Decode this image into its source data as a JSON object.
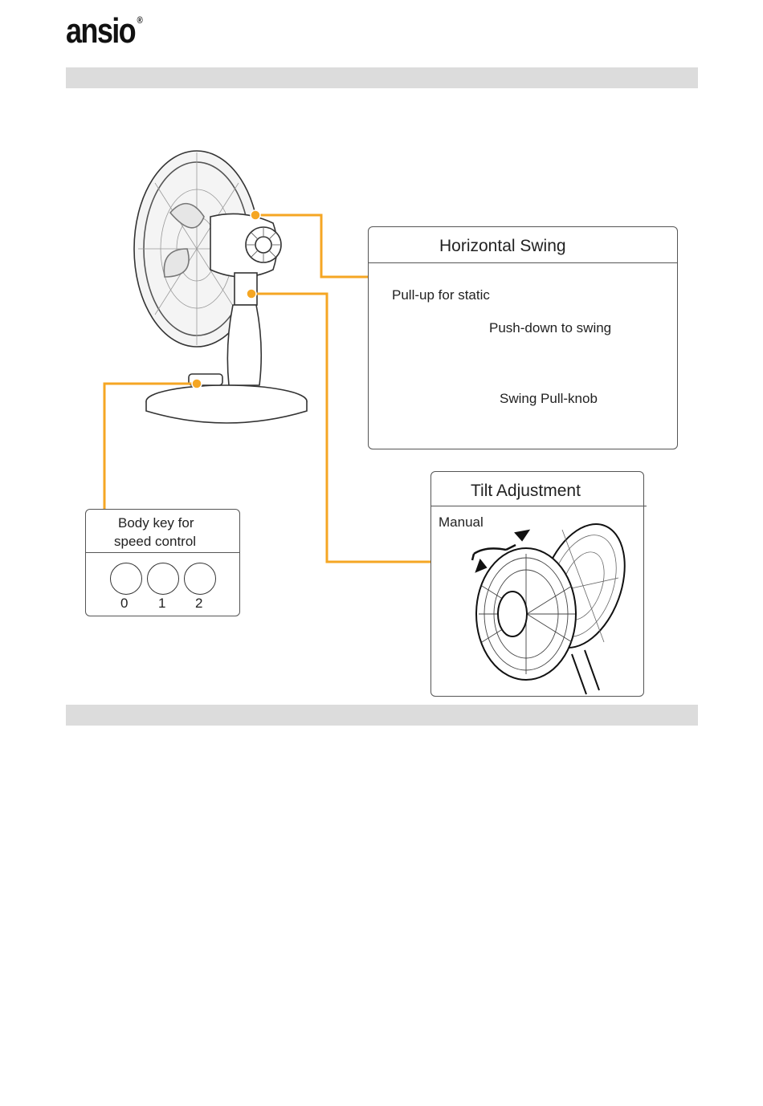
{
  "brand": {
    "logo": "ansio",
    "registered_mark": "®"
  },
  "callouts": {
    "horizontal_swing": {
      "title": "Horizontal Swing",
      "pull_up": "Pull-up for static",
      "push_down": "Push-down to swing",
      "knob": "Swing Pull-knob"
    },
    "tilt": {
      "title": "Tilt Adjustment",
      "manual": "Manual"
    },
    "speed": {
      "title_line1": "Body key for",
      "title_line2": "speed control",
      "keys": [
        "0",
        "1",
        "2"
      ]
    }
  },
  "colors": {
    "callout_line": "#f5a623",
    "section_bar": "#dcdcdc",
    "outline": "#555555"
  }
}
